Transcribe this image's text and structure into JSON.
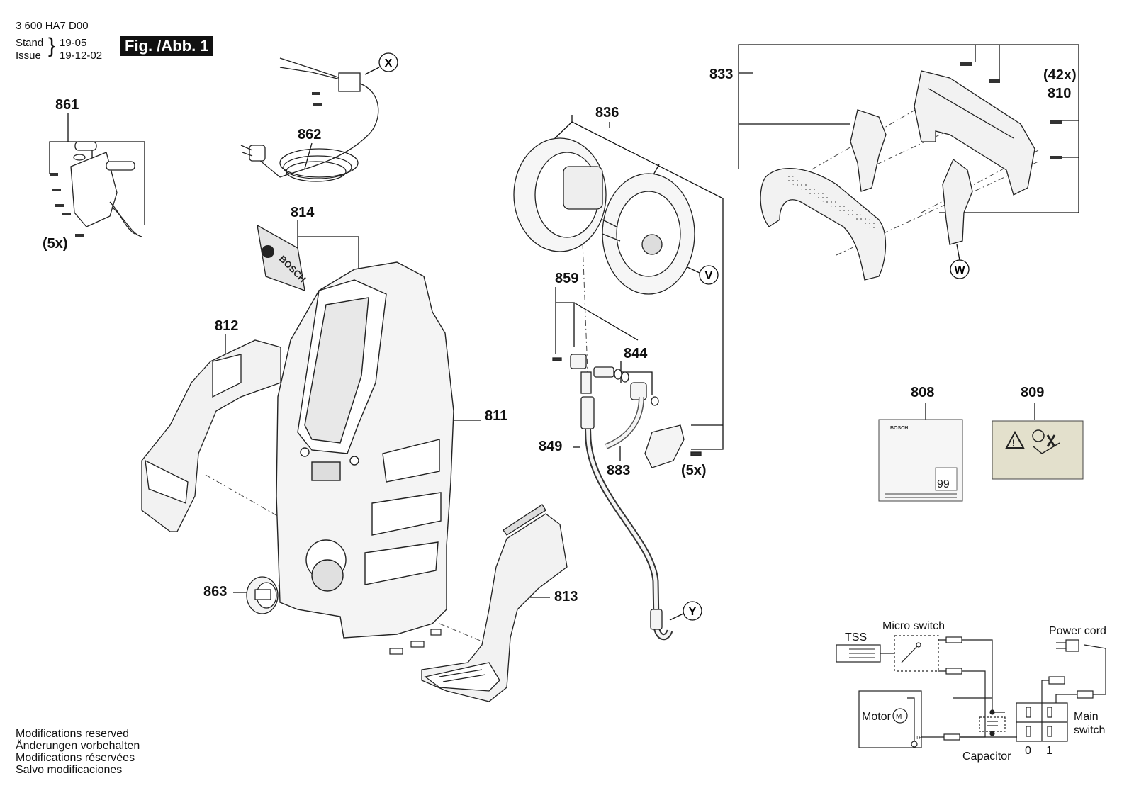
{
  "header": {
    "doc_number": "3 600 HA7 D00",
    "stand_label": "Stand",
    "issue_label": "Issue",
    "stand_value": "19-05",
    "issue_value": "19-12-02",
    "figure_label": "Fig. /Abb. 1"
  },
  "modifications": [
    "Modifications reserved",
    "Änderungen vorbehalten",
    "Modifications réservées",
    "Salvo modificaciones"
  ],
  "parts": {
    "p861": "861",
    "p862": "862",
    "p814": "814",
    "p812": "812",
    "p811": "811",
    "p863": "863",
    "p813": "813",
    "p836": "836",
    "p859": "859",
    "p844": "844",
    "p849": "849",
    "p883": "883",
    "p833": "833",
    "p810": "810",
    "p808": "808",
    "p809": "809"
  },
  "quantities": {
    "q5a": "(5x)",
    "q5b": "(5x)",
    "q42": "(42x)"
  },
  "callouts": {
    "x": "X",
    "y": "Y",
    "v": "V",
    "w": "W"
  },
  "logo_text": "BOSCH",
  "label_808_value": "99",
  "wiring": {
    "tss": "TSS",
    "micro_switch": "Micro switch",
    "power_cord": "Power cord",
    "motor": "Motor",
    "main_switch_line1": "Main",
    "main_switch_line2": "switch",
    "capacitor": "Capacitor",
    "pos0": "0",
    "pos1": "1",
    "tp": "TP",
    "m": "M"
  }
}
